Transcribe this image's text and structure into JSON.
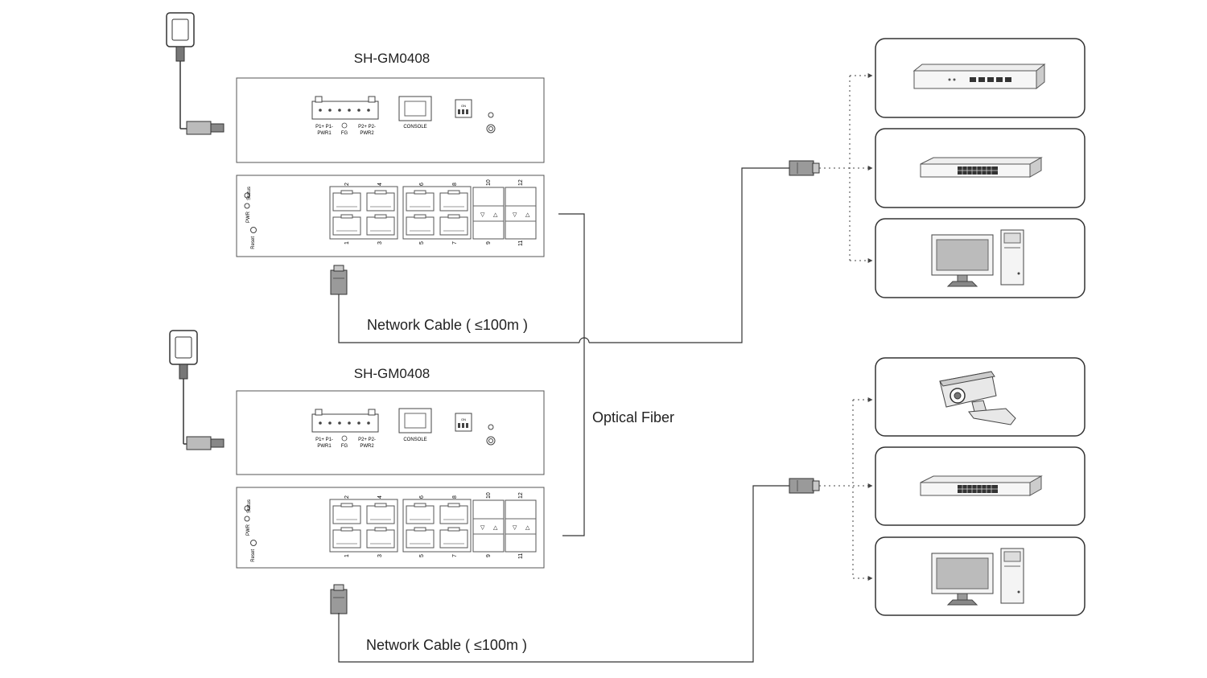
{
  "top_switch": {
    "model": "SH-GM0408",
    "terminal_top": "P1+ P1-",
    "terminal_top2": "P2+ P2-",
    "pwr1": "PWR1",
    "fg": "FG",
    "pwr2": "PWR2",
    "console": "CONSOLE",
    "dip": "ON",
    "led_status": "Status",
    "led_pwr": "PWR",
    "reset": "Reset",
    "port_top_labels": [
      "2",
      "4",
      "6",
      "8",
      "10",
      "12"
    ],
    "port_bottom_labels": [
      "1",
      "3",
      "5",
      "7",
      "9",
      "11"
    ]
  },
  "bottom_switch": {
    "model": "SH-GM0408",
    "terminal_top": "P1+ P1-",
    "terminal_top2": "P2+ P2-",
    "pwr1": "PWR1",
    "fg": "FG",
    "pwr2": "PWR2",
    "console": "CONSOLE",
    "dip": "ON",
    "led_status": "Status",
    "led_pwr": "PWR",
    "reset": "Reset",
    "port_top_labels": [
      "2",
      "4",
      "6",
      "8",
      "10",
      "12"
    ],
    "port_bottom_labels": [
      "1",
      "3",
      "5",
      "7",
      "9",
      "11"
    ]
  },
  "cable_label_top": "Network Cable ( ≤100m )",
  "cable_label_bottom": "Network Cable ( ≤100m )",
  "fiber_label": "Optical Fiber",
  "devices_top": [
    "router-icon",
    "switch-icon",
    "computer-icon"
  ],
  "devices_bottom": [
    "camera-icon",
    "switch-icon",
    "computer-icon"
  ]
}
